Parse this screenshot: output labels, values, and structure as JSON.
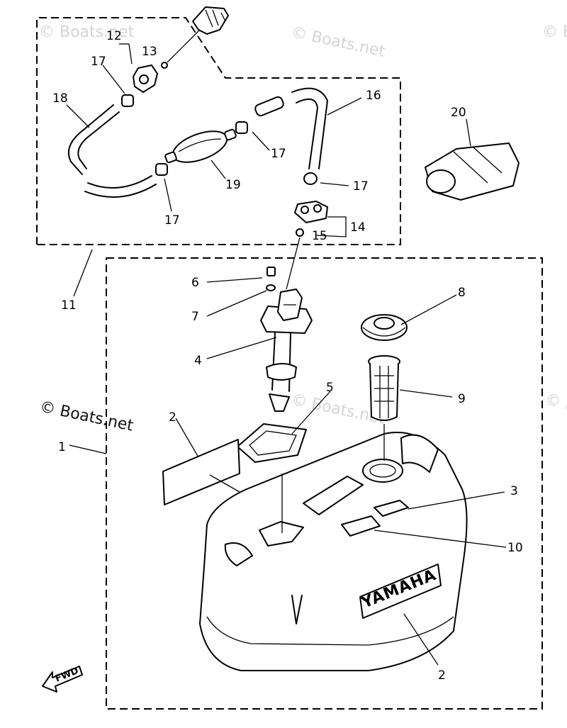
{
  "watermarks": {
    "top_left": "© Boats.net",
    "top_center": "© Boats.net",
    "top_right": "© Boats.net",
    "middle_left": "© Boats.net",
    "middle_center": "© Boats.net",
    "middle_right": "© Boats.net"
  },
  "brand_text": "YAMAHA",
  "direction_label": "FWD",
  "callouts": {
    "c1": "1",
    "c2a": "2",
    "c2b": "2",
    "c3": "3",
    "c4": "4",
    "c5": "5",
    "c6": "6",
    "c7": "7",
    "c8": "8",
    "c9": "9",
    "c10": "10",
    "c11": "11",
    "c12": "12",
    "c13": "13",
    "c14": "14",
    "c15": "15",
    "c16": "16",
    "c17a": "17",
    "c17b": "17",
    "c17c": "17",
    "c17d": "17",
    "c18": "18",
    "c19": "19",
    "c20": "20"
  }
}
